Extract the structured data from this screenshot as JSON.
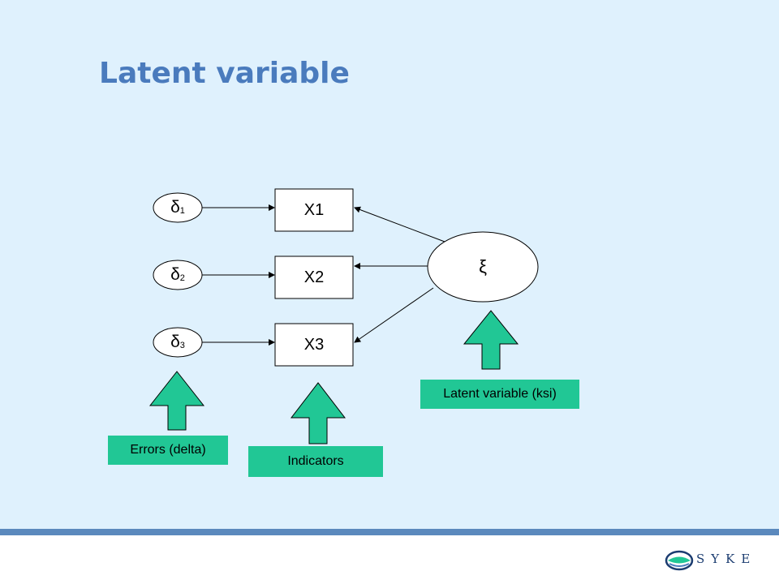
{
  "slide": {
    "title": "Latent variable",
    "background_color": "#dff1fd",
    "accent_color": "#21c795",
    "bar_color": "#5b89bd"
  },
  "diagram": {
    "errors": [
      {
        "symbol": "δ",
        "index": "1"
      },
      {
        "symbol": "δ",
        "index": "2"
      },
      {
        "symbol": "δ",
        "index": "3"
      }
    ],
    "indicators": [
      "X1",
      "X2",
      "X3"
    ],
    "latent": "ξ"
  },
  "callouts": {
    "errors": "Errors (delta)",
    "indicators": "Indicators",
    "latent": "Latent variable (ksi)"
  },
  "logo": {
    "text": "SYKE"
  }
}
